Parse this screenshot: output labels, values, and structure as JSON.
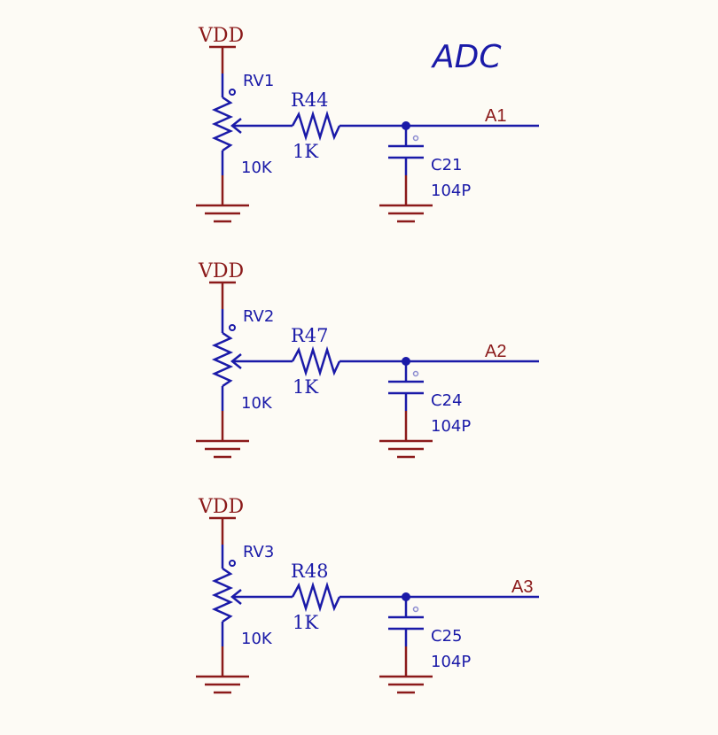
{
  "title": "ADC",
  "channels": [
    {
      "supply": "VDD",
      "pot": {
        "ref": "RV1",
        "value": "10K"
      },
      "resistor": {
        "ref": "R44",
        "value": "1K"
      },
      "capacitor": {
        "ref": "C21",
        "value": "104P"
      },
      "net": "A1"
    },
    {
      "supply": "VDD",
      "pot": {
        "ref": "RV2",
        "value": "10K"
      },
      "resistor": {
        "ref": "R47",
        "value": "1K"
      },
      "capacitor": {
        "ref": "C24",
        "value": "104P"
      },
      "net": "A2"
    },
    {
      "supply": "VDD",
      "pot": {
        "ref": "RV3",
        "value": "10K"
      },
      "resistor": {
        "ref": "R48",
        "value": "1K"
      },
      "capacitor": {
        "ref": "C25",
        "value": "104P"
      },
      "net": "A3"
    }
  ],
  "colors": {
    "wire": "#1a1aa8",
    "power": "#8b1a1a",
    "background": "#fdfbf5"
  }
}
